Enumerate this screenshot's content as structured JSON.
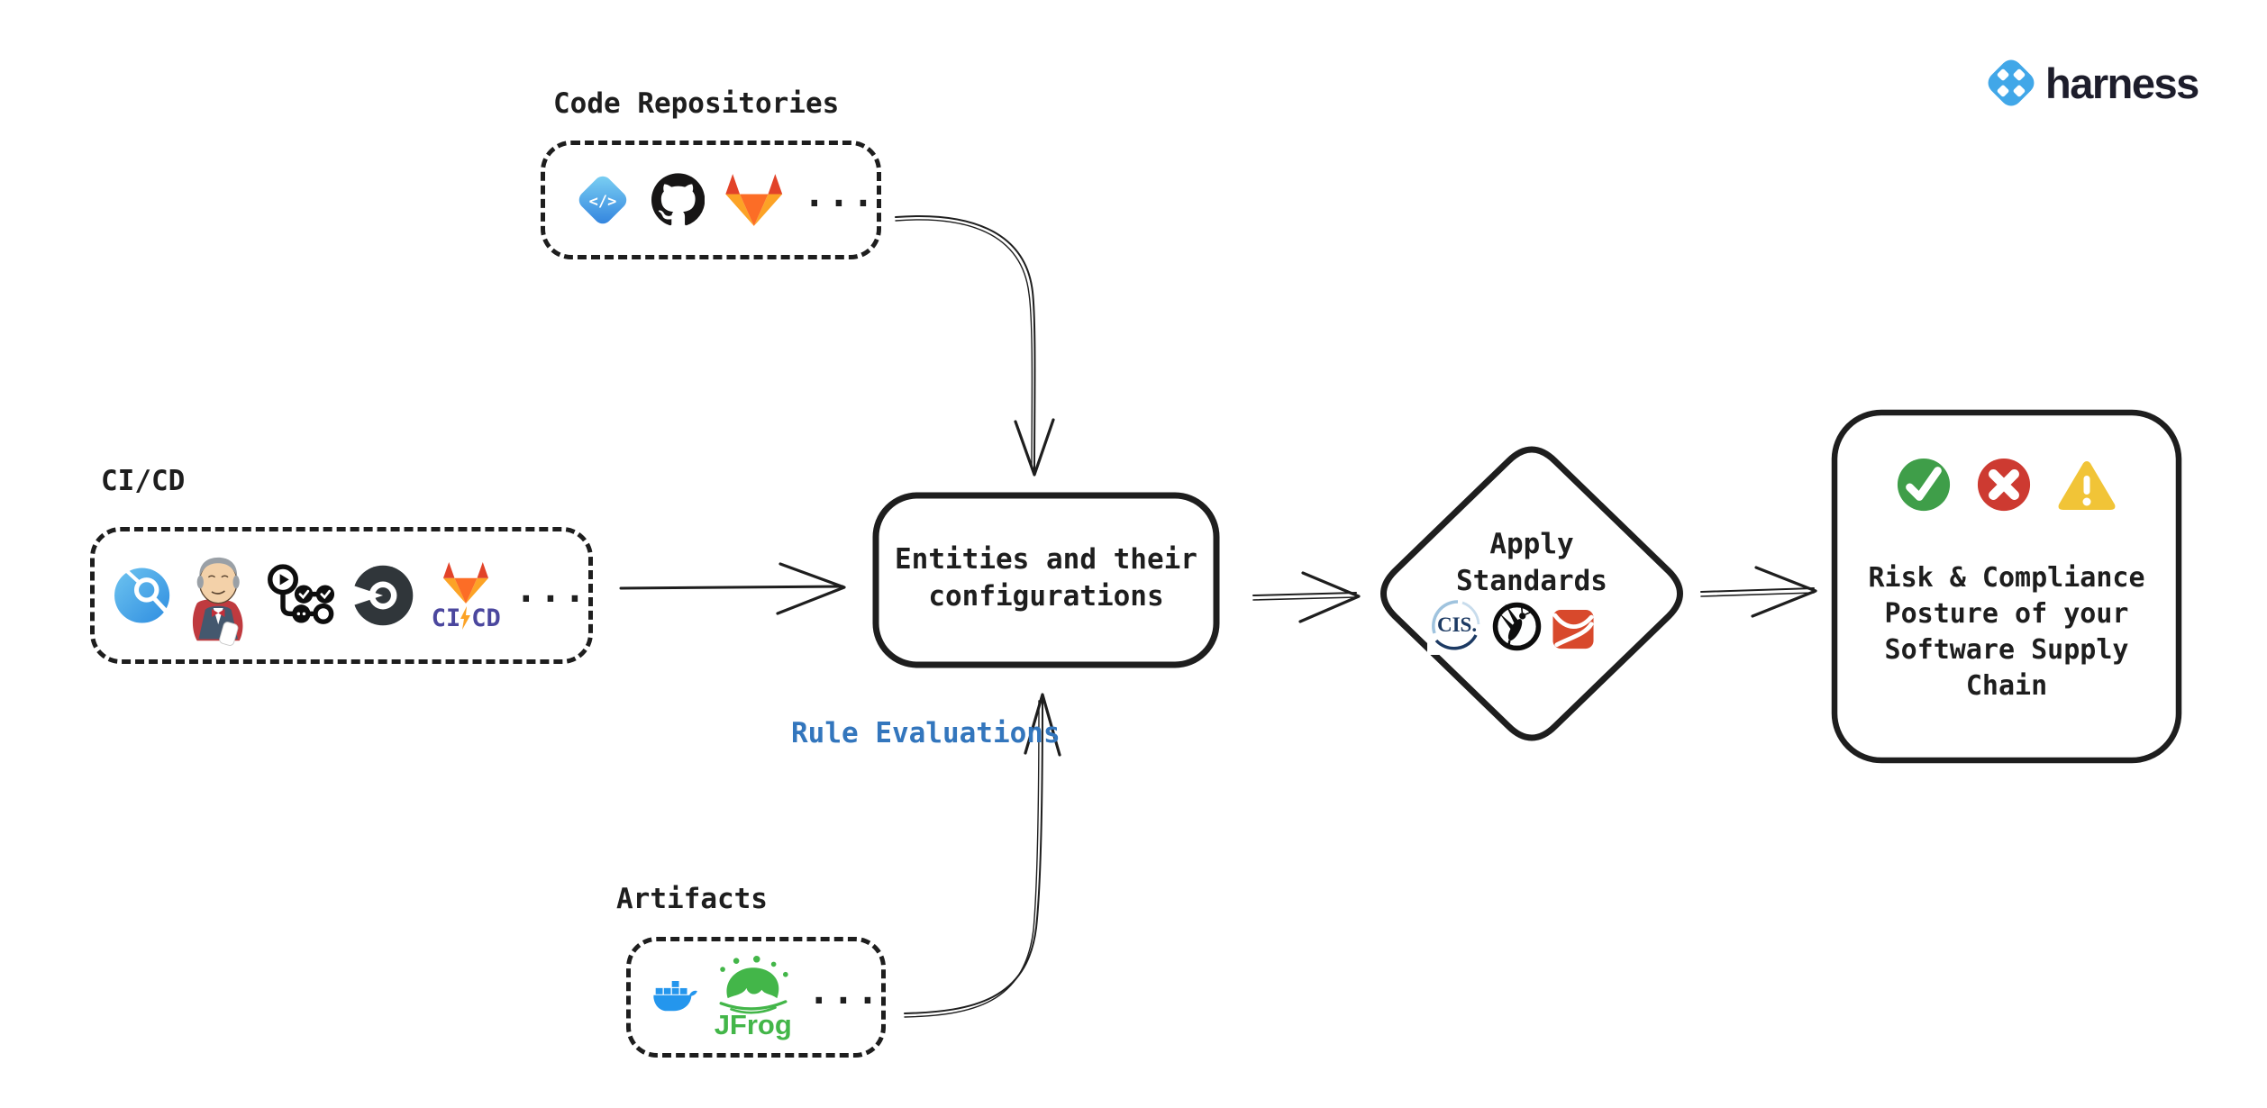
{
  "brand": {
    "logo_icon": "harness-logo-icon",
    "logo_text": "harness"
  },
  "sources": {
    "code_repositories": {
      "label": "Code Repositories",
      "icons": [
        "harness-code-icon",
        "github-icon",
        "gitlab-icon"
      ],
      "ellipsis": "...",
      "code_glyph": "</>"
    },
    "cicd": {
      "label": "CI/CD",
      "icons": [
        "harness-ci-icon",
        "jenkins-icon",
        "github-actions-icon",
        "circleci-icon",
        "gitlab-cicd-icon"
      ],
      "gitlab_ci": "CI",
      "gitlab_cd": "CD",
      "ellipsis": "..."
    },
    "artifacts": {
      "label": "Artifacts",
      "icons": [
        "docker-icon",
        "jfrog-icon"
      ],
      "jfrog_text": "JFrog",
      "ellipsis": "..."
    }
  },
  "rule_panel": {
    "label": "Rule Evaluations"
  },
  "entities_box": {
    "lines": [
      "Entities and their",
      "configurations"
    ]
  },
  "apply_standards": {
    "lines": [
      "Apply",
      "Standards"
    ],
    "icons": [
      "cis-icon",
      "owasp-icon",
      "standards-ribbon-icon"
    ],
    "cis_text": "CIS."
  },
  "result_box": {
    "icons": [
      "pass-check-icon",
      "fail-x-icon",
      "warning-triangle-icon"
    ],
    "lines": [
      "Risk & Compliance",
      "Posture of your",
      "Software Supply",
      "Chain"
    ]
  },
  "colors": {
    "ink": "#1e1e1e",
    "panel": "#e8f1fb",
    "panel-border": "#d4d7db",
    "rule-blue": "#3376bd",
    "brand-text": "#1d1d2b",
    "harness-blue": "#41a7e8",
    "indigo": "#4b479e",
    "gitlab-red": "#e24329",
    "gitlab-orange": "#fc6d26",
    "gitlab-yellow": "#fca326",
    "docker-blue": "#2496ed",
    "jfrog-green": "#43b649",
    "circleci-dark": "#30363a",
    "cis-navy": "#1c3a63",
    "cis-lightblue": "#9fc3de",
    "ribbon-red": "#d8492c",
    "pass-green": "#3f9e49",
    "fail-red": "#cd3a31",
    "warn-yellow": "#f1c437"
  }
}
